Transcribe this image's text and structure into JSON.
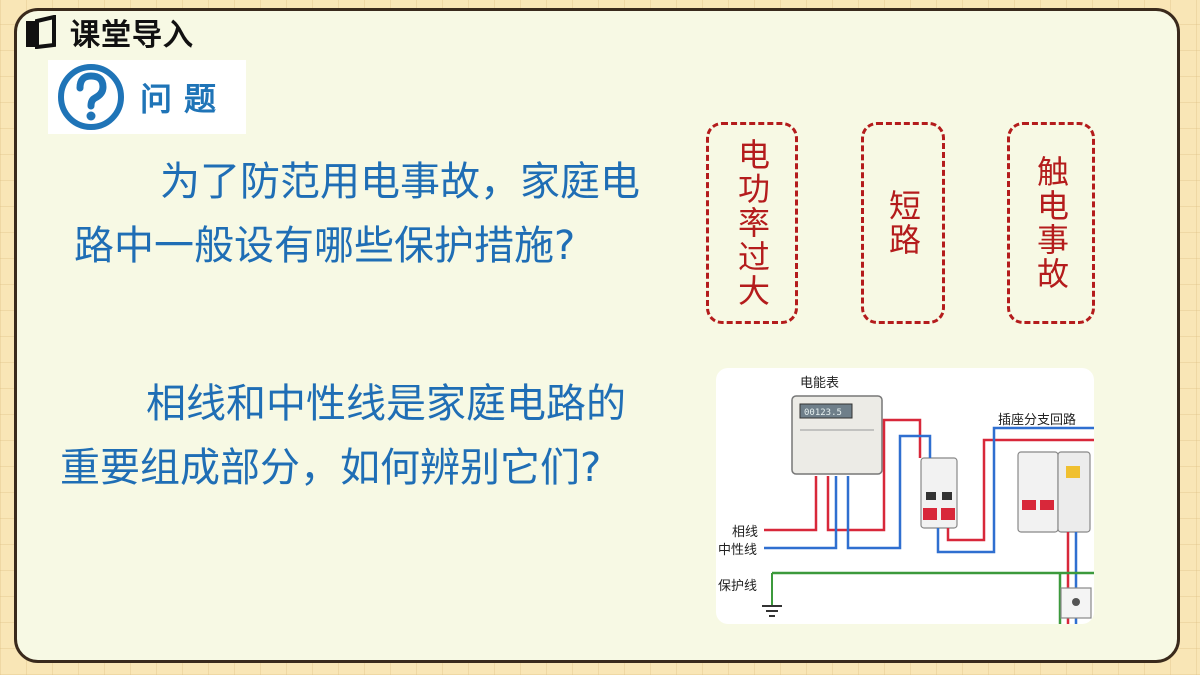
{
  "header": {
    "title": "课堂导入"
  },
  "question_badge": {
    "label": "问题"
  },
  "paragraphs": {
    "p1": "为了防范用电事故，家庭电路中一般设有哪些保护措施?",
    "p2": "相线和中性线是家庭电路的重要组成部分，如何辨别它们?"
  },
  "cards": {
    "card1": "电功率过大",
    "card2": "短路",
    "card3": "触电事故"
  },
  "diagram": {
    "meter_label": "电能表",
    "meter_display": "00123.5",
    "branch_label": "插座分支回路",
    "phase_line": "相线",
    "neutral_line": "中性线",
    "ground_line": "保护线",
    "colors": {
      "phase": "#d8283a",
      "neutral": "#2f6fd0",
      "ground": "#3c9a3c"
    }
  }
}
